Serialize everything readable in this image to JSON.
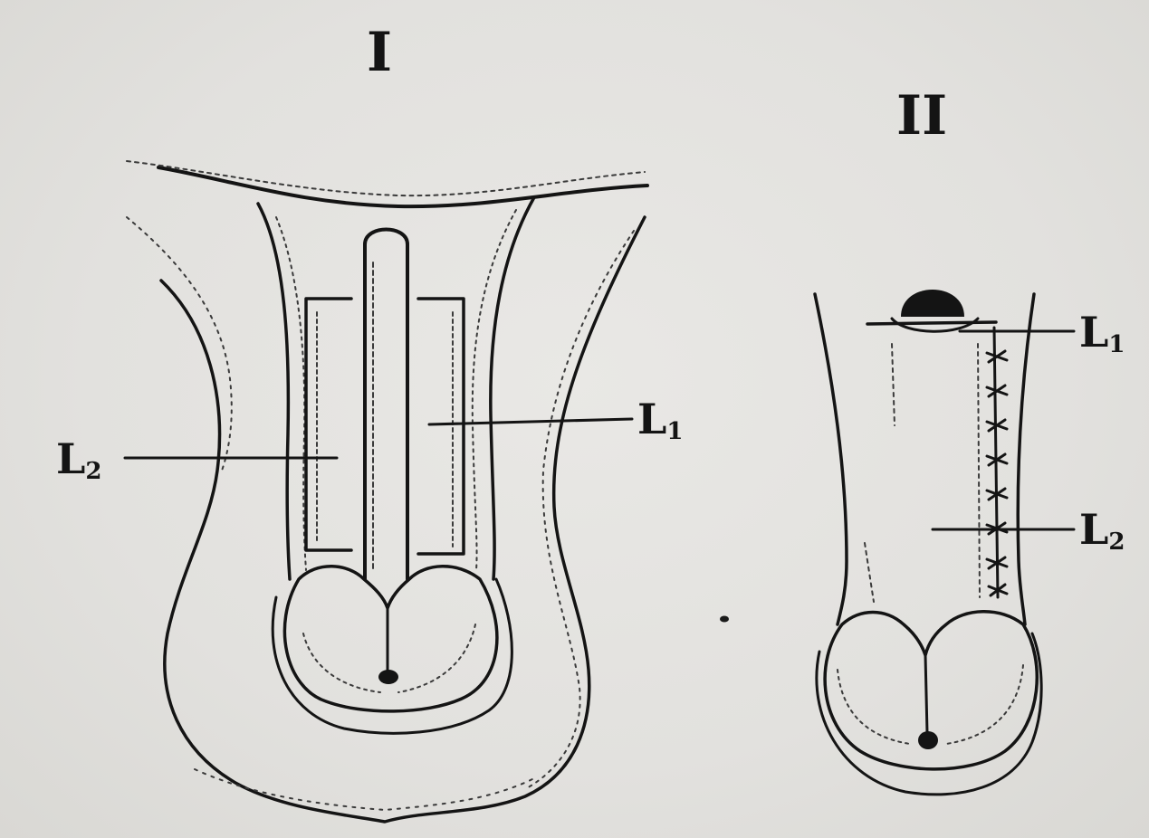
{
  "figures": [
    {
      "numeral": "I",
      "labels": [
        {
          "letter": "L",
          "sub": "2"
        },
        {
          "letter": "L",
          "sub": "1"
        }
      ]
    },
    {
      "numeral": "II",
      "labels": [
        {
          "letter": "L",
          "sub": "1"
        },
        {
          "letter": "L",
          "sub": "2"
        }
      ]
    }
  ],
  "colors": {
    "paper": "#e4e3e0",
    "ink": "#141414"
  }
}
